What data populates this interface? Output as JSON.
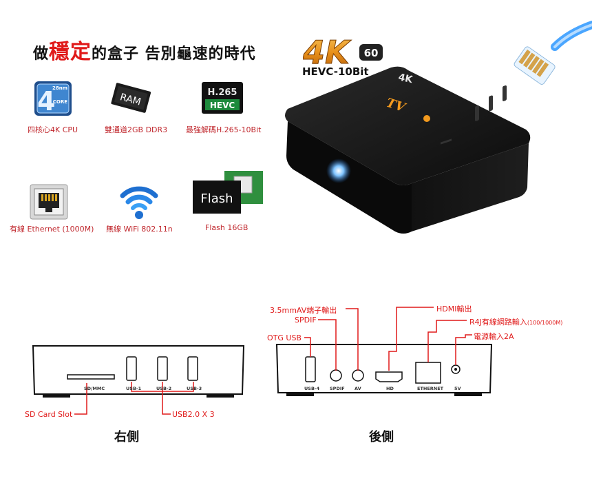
{
  "headline": {
    "pre": "做",
    "emph": "穩定",
    "post": "的盒子  告別龜速的時代"
  },
  "badge": {
    "resolution": "4K",
    "fps": "60",
    "codec": "HEVC-10Bit",
    "box_mark": "4K"
  },
  "features": [
    {
      "label": "四核心4K CPU",
      "icon": "cpu-icon",
      "icon_text_top": "28nm",
      "icon_text_bottom": "CORE"
    },
    {
      "label": "雙通道2GB DDR3",
      "icon": "ram-icon",
      "icon_text": "RAM"
    },
    {
      "label": "最強解碼H.265-10Bit",
      "icon": "h265-icon",
      "icon_text_top": "H.265",
      "icon_text_bottom": "HEVC"
    },
    {
      "label": "有線 Ethernet (1000M)",
      "icon": "ethernet-icon"
    },
    {
      "label": "無線 WiFi 802.11n",
      "icon": "wifi-icon"
    },
    {
      "label": "Flash 16GB",
      "icon": "flash-icon",
      "icon_text": "Flash"
    }
  ],
  "right_side": {
    "caption": "右側",
    "ports": [
      "SD/MMC",
      "USB-1",
      "USB-2",
      "USB-3"
    ],
    "callouts": {
      "sd": "SD Card Slot",
      "usb": "USB2.0 X 3"
    }
  },
  "back_side": {
    "caption": "後側",
    "ports": [
      "USB-4",
      "SPDIF",
      "AV",
      "HD",
      "ETHERNET",
      "5V"
    ],
    "callouts": {
      "av": "3.5mmAV端子輸出",
      "spdif": "SPDIF",
      "otg": "OTG USB",
      "hdmi": "HDMI輸出",
      "r4j": "R4J有線網路輸入",
      "r4j_speed": "(100/1000M)",
      "power": "電源輸入2A"
    }
  },
  "colors": {
    "accent_red": "#e01a1a",
    "label_red": "#c0272d",
    "orange": "#f39a1e"
  }
}
